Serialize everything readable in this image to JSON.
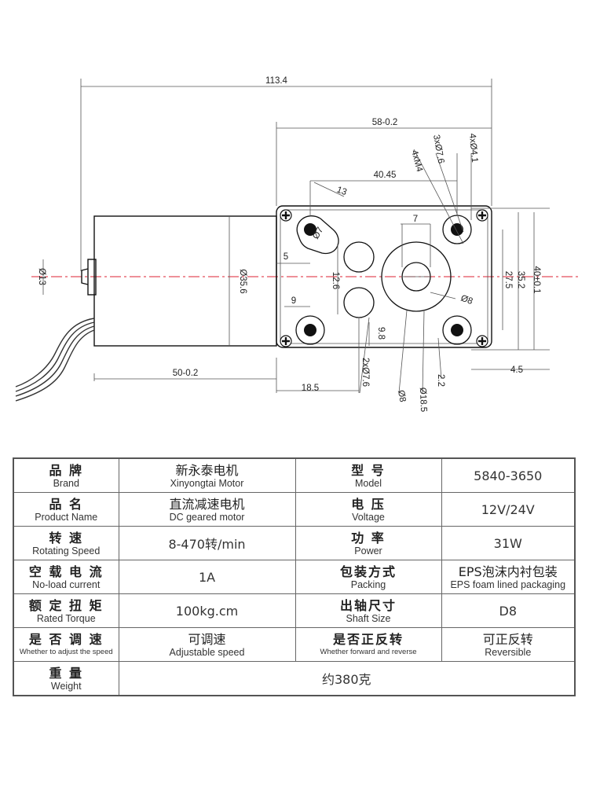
{
  "drawing": {
    "dimensions": {
      "overall_length": "113.4",
      "gearbox_length": "58-0.2",
      "mount_hole_spacing": "40.45",
      "slot_length": "13",
      "slot_width": "Ø7",
      "motor_diameter": "Ø35.6",
      "brush_cap_diameter": "Ø13",
      "offset_5": "5",
      "offset_12_6": "12.6",
      "offset_9": "9",
      "offset_9_8": "9.8",
      "shaft_flat": "7",
      "hole_spacing_35_2": "35.2",
      "hole_spacing_27_5": "27.5",
      "gearbox_height": "40±0.1",
      "shaft_d8": "Ø8",
      "threads_4xm4": "4xM4",
      "counterbore_3x7_6": "3xØ7.6",
      "holes_4x4_1": "4xØ4.1",
      "bosses_2x7_6": "2xØ7.6",
      "boss_d8": "Ø8",
      "hub_d18_5": "Ø18.5",
      "dim_2_2": "2.2",
      "dim_4_5": "4.5",
      "motor_length": "50-0.2",
      "boss_offset": "18.5"
    }
  },
  "spec_table": {
    "rows": [
      {
        "label1_zh": "品 牌",
        "label1_en": "Brand",
        "value1_zh": "新永泰电机",
        "value1_en": "Xinyongtai Motor",
        "label2_zh": "型 号",
        "label2_en": "Model",
        "value2": "5840-3650"
      },
      {
        "label1_zh": "品 名",
        "label1_en": "Product Name",
        "value1_zh": "直流减速电机",
        "value1_en": "DC geared motor",
        "label2_zh": "电 压",
        "label2_en": "Voltage",
        "value2": "12V/24V"
      },
      {
        "label1_zh": "转 速",
        "label1_en": "Rotating Speed",
        "value1": "8-470转/min",
        "label2_zh": "功 率",
        "label2_en": "Power",
        "value2": "31W"
      },
      {
        "label1_zh": "空 载 电 流",
        "label1_en": "No-load current",
        "value1": "1A",
        "label2_zh": "包装方式",
        "label2_en": "Packing",
        "value2_zh": "EPS泡沫内衬包装",
        "value2_en": "EPS foam lined packaging"
      },
      {
        "label1_zh": "额 定 扭 矩",
        "label1_en": "Rated Torque",
        "value1": "100kg.cm",
        "label2_zh": "出轴尺寸",
        "label2_en": "Shaft Size",
        "value2": "D8"
      },
      {
        "label1_zh": "是 否 调 速",
        "label1_en": "Whether to adjust the speed",
        "value1_zh": "可调速",
        "value1_en": "Adjustable speed",
        "label2_zh": "是否正反转",
        "label2_en": "Whether forward and reverse",
        "value2_zh": "可正反转",
        "value2_en": "Reversible"
      }
    ],
    "weight": {
      "label_zh": "重 量",
      "label_en": "Weight",
      "value": "约380克"
    }
  }
}
